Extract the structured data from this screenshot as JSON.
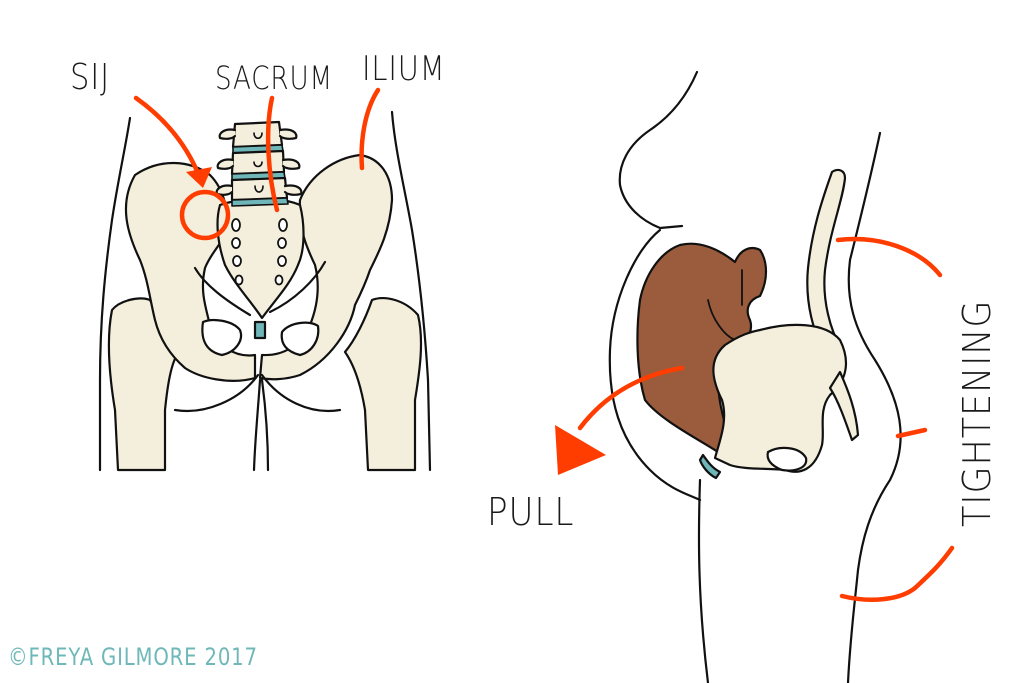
{
  "figure": {
    "type": "anatomical-illustration",
    "panels": [
      {
        "id": "front-view",
        "description": "Anterior view of pelvis with lumbar spine"
      },
      {
        "id": "side-view",
        "description": "Lateral view of torso showing pelvis tilt with uterus/organs pulled forward"
      }
    ]
  },
  "labels": {
    "sij": "SIJ",
    "sacrum": "SACRUM",
    "ilium": "ILIUM",
    "pull": "PULL",
    "tightening": "TIGHTENING"
  },
  "copyright": "©FREYA GILMORE 2017",
  "colors": {
    "bone": "#f4efdc",
    "outline": "#111111",
    "annotation": "#ff3d00",
    "disc": "#6fb6b8",
    "organ": "#9a5c3c",
    "copyright": "#6fb8b8",
    "background": "#ffffff"
  }
}
